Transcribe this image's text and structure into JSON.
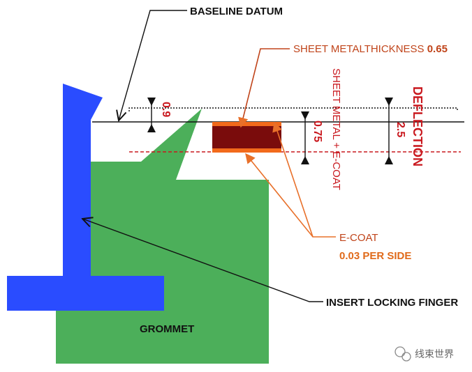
{
  "labels": {
    "baseline_datum": "BASELINE DATUM",
    "sheet_metal_thickness_text": "SHEET METALTHICKNESS ",
    "sheet_metal_thickness_value": "0.65",
    "dim_0_9": "0.9",
    "dim_0_75": "0.75",
    "sheet_metal_ecoat": "SHEET METAL + E-COAT",
    "deflection": "DEFLECTION",
    "deflection_value": "2.5",
    "ecoat": "E-COAT",
    "ecoat_per_side": "0.03 PER SIDE",
    "insert_locking_finger": "INSERT LOCKING FINGER",
    "grommet": "GROMMET",
    "watermark": "线束世界"
  },
  "colors": {
    "grommet_green": "#4caf5a",
    "insert_blue": "#2a4cff",
    "sheet_metal_dark_red": "#7a0c0c",
    "ecoat_orange": "#f26a1b",
    "dim_red": "#c9181e",
    "leader_orange": "#e8702a",
    "leader_black": "#111111"
  },
  "icons": {
    "watermark_logo": "wechat-logo-icon"
  }
}
